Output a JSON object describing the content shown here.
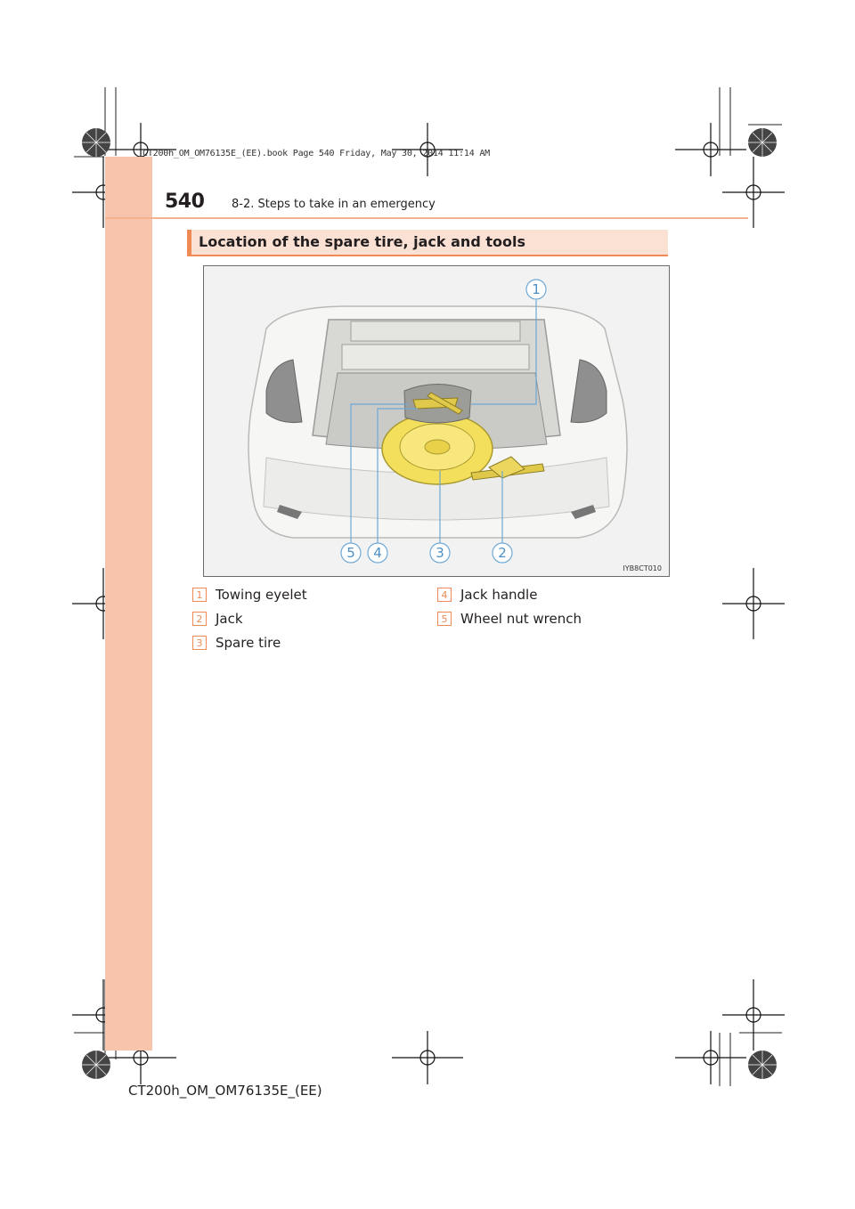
{
  "header": {
    "page_number": "540",
    "chapter": "8-2. Steps to take in an emergency",
    "book_stamp": "CT200h_OM_OM76135E_(EE).book  Page 540  Friday, May 30, 2014  11:14 AM"
  },
  "section": {
    "title": "Location of the spare tire, jack and tools"
  },
  "figure": {
    "code": "IYB8CT010",
    "callouts": [
      "1",
      "5",
      "4",
      "3",
      "2"
    ]
  },
  "legend": [
    {
      "num": "1",
      "label": "Towing eyelet"
    },
    {
      "num": "2",
      "label": "Jack"
    },
    {
      "num": "3",
      "label": "Spare tire"
    },
    {
      "num": "4",
      "label": "Jack handle"
    },
    {
      "num": "5",
      "label": "Wheel nut wrench"
    }
  ],
  "footer": {
    "code": "CT200h_OM_OM76135E_(EE)"
  },
  "colors": {
    "accent": "#f08a55",
    "side_strip": "#f7c5ac",
    "spare_tire": "#f3df5b"
  }
}
